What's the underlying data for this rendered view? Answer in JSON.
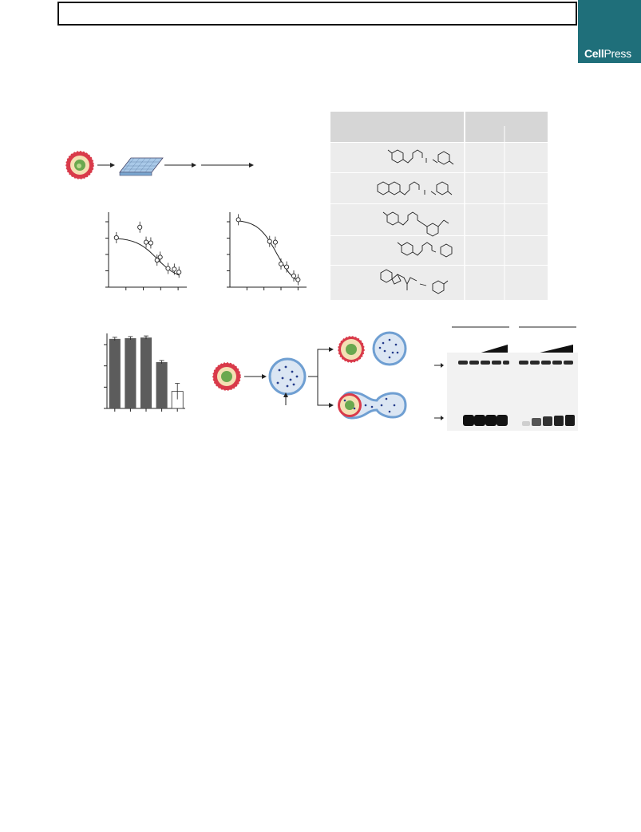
{
  "header": {
    "title": ""
  },
  "brand": {
    "name_bold": "Cell",
    "name_light": "Press"
  },
  "colors": {
    "brand_teal": "#1f6f7a",
    "virion_red": "#d93a4a",
    "virion_core": "#6aa84f",
    "vesicle_blue": "#7fa7d6",
    "marker_blue": "#233a8a",
    "bar_gray": "#5c5c5c",
    "table_header_gray": "#d6d6d6",
    "table_row_gray": "#ececec"
  },
  "icons": [
    "virion-icon",
    "well-plate-icon",
    "vesicle-icon",
    "arrow-icon"
  ],
  "chart_data": [
    {
      "type": "scatter",
      "series": [
        {
          "values_x": [
            0.25,
            1.0,
            1.2,
            1.35,
            1.55,
            1.65,
            1.9,
            2.1,
            2.25
          ],
          "values_y": [
            0.66,
            0.8,
            0.6,
            0.59,
            0.36,
            0.4,
            0.25,
            0.24,
            0.2
          ]
        }
      ],
      "xlim": [
        0,
        2.5
      ],
      "ylim": [
        0,
        1
      ]
    },
    {
      "type": "scatter",
      "series": [
        {
          "values_x": [
            0.3,
            1.4,
            1.6,
            1.8,
            2.0,
            2.25,
            2.4
          ],
          "values_y": [
            0.9,
            0.61,
            0.6,
            0.31,
            0.27,
            0.15,
            0.1
          ]
        }
      ],
      "xlim": [
        0,
        2.7
      ],
      "ylim": [
        0,
        1
      ]
    },
    {
      "type": "bar",
      "values": [
        1.02,
        1.03,
        1.04,
        0.68,
        0.25
      ],
      "ylim": [
        0,
        1.1
      ]
    }
  ]
}
